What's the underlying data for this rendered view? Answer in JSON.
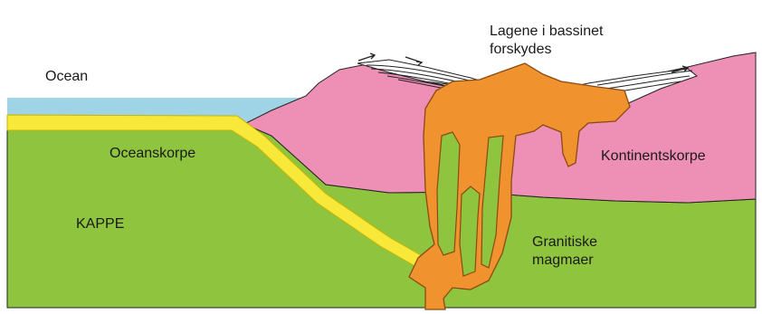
{
  "labels": {
    "ocean": "Ocean",
    "basin_layers_line1": "Lagene i bassinet",
    "basin_layers_line2": "forskydes",
    "oceanic_crust": "Oceanskorpe",
    "continental_crust": "Kontinentskorpe",
    "mantle": "KAPPE",
    "granitic_magma_line1": "Granitiske",
    "granitic_magma_line2": "magmaer"
  },
  "colors": {
    "ocean": "#9fd3e6",
    "oceanic_crust": "#f7e83a",
    "oceanic_crust_edge": "#c9b400",
    "continental_crust": "#ee8fb6",
    "mantle": "#8fc43f",
    "magma": "#f0932f",
    "magma_edge": "#8a4a12",
    "sediment": "#ffffff",
    "outline": "#222222"
  }
}
